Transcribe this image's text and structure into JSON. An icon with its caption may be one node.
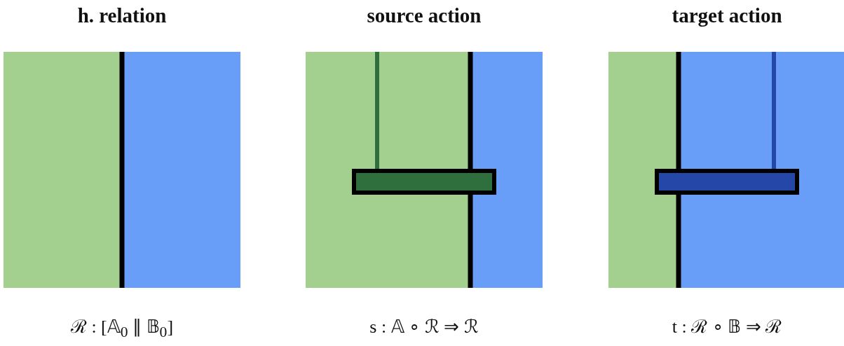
{
  "diagram": {
    "nodes": [
      {
        "text": [
          "h. relation"
        ],
        "beside": [
          "ℛ : [𝔸$_{0}$ ∥ 𝔹$_{0}$]"
        ]
      },
      {
        "text": [
          "source action"
        ],
        "beside": [
          "s : 𝔸 ∘ ℛ ⇒ ℛ"
        ]
      },
      {
        "text": [
          "target action"
        ],
        "beside": [
          "t : ℛ ∘ 𝔹 ⇒ ℛ"
        ]
      },
      {
        "text": [],
        "shape": "bar",
        "in": 1
      },
      {
        "text": [],
        "shape": "bar",
        "in": 2
      }
    ]
  }
}
